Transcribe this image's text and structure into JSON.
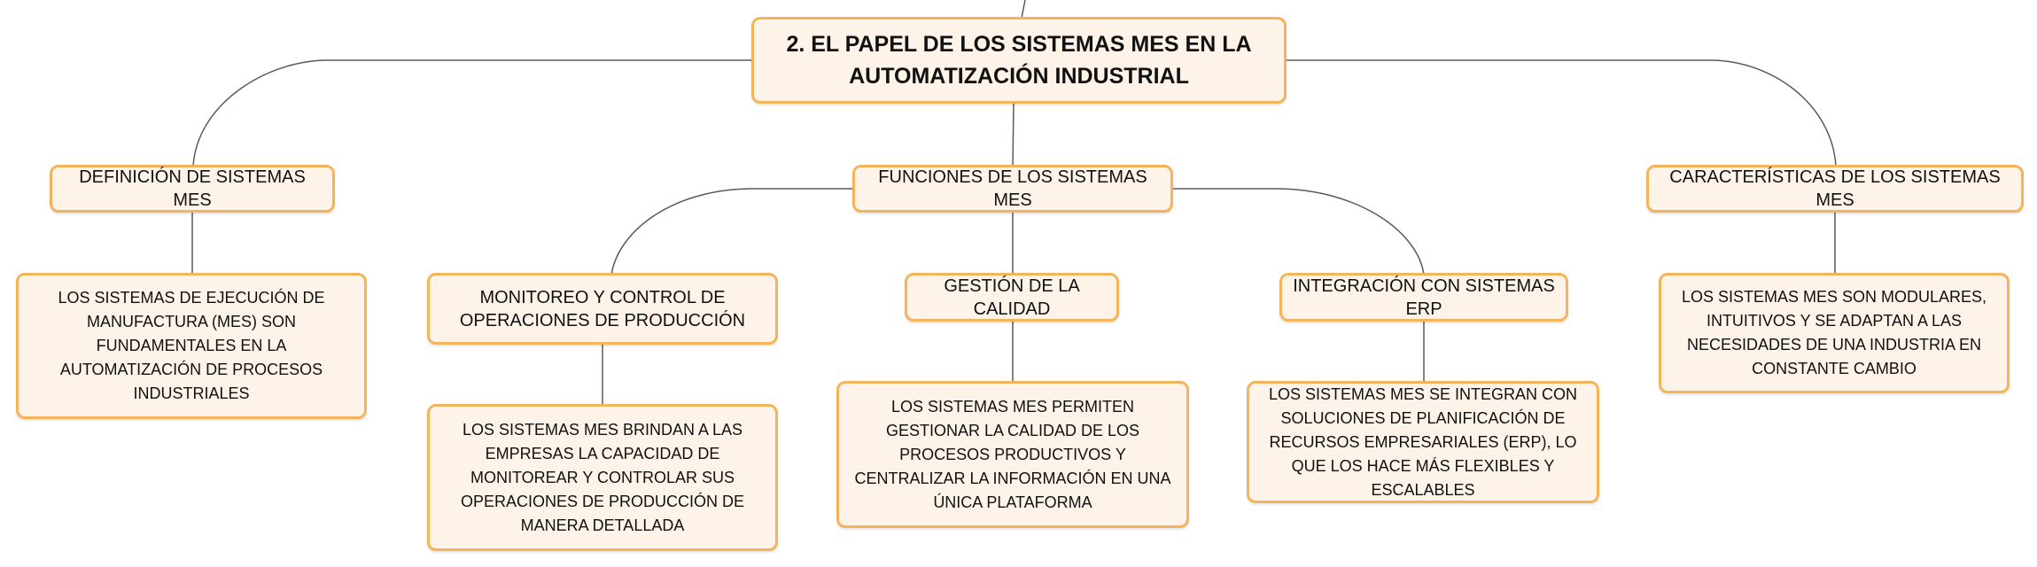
{
  "colors": {
    "node_fill": "#fdf3e8",
    "node_border": "#f6b45a",
    "connector": "#5a5a5a"
  },
  "root": {
    "label": "2. EL PAPEL DE LOS SISTEMAS MES EN LA AUTOMATIZACIÓN INDUSTRIAL"
  },
  "definicion": {
    "label": "DEFINICIÓN DE SISTEMAS MES",
    "detail": "LOS SISTEMAS DE EJECUCIÓN DE MANUFACTURA (MES) SON FUNDAMENTALES EN LA AUTOMATIZACIÓN DE PROCESOS INDUSTRIALES"
  },
  "funciones": {
    "label": "FUNCIONES DE LOS SISTEMAS MES",
    "monitoreo": {
      "label": "MONITOREO Y CONTROL DE OPERACIONES DE PRODUCCIÓN",
      "detail": "LOS SISTEMAS MES BRINDAN A LAS EMPRESAS LA CAPACIDAD DE MONITOREAR Y CONTROLAR SUS OPERACIONES DE PRODUCCIÓN DE MANERA DETALLADA"
    },
    "calidad": {
      "label": "GESTIÓN DE LA CALIDAD",
      "detail": "LOS SISTEMAS MES PERMITEN GESTIONAR LA CALIDAD DE LOS PROCESOS PRODUCTIVOS Y CENTRALIZAR LA INFORMACIÓN EN UNA ÚNICA PLATAFORMA"
    },
    "integracion": {
      "label": "INTEGRACIÓN CON SISTEMAS ERP",
      "detail": "LOS SISTEMAS MES SE INTEGRAN CON SOLUCIONES DE PLANIFICACIÓN DE RECURSOS EMPRESARIALES (ERP), LO QUE LOS HACE MÁS FLEXIBLES Y ESCALABLES"
    }
  },
  "caracteristicas": {
    "label": "CARACTERÍSTICAS DE LOS SISTEMAS MES",
    "detail": "LOS SISTEMAS MES SON MODULARES, INTUITIVOS Y SE ADAPTAN A LAS NECESIDADES DE UNA INDUSTRIA EN CONSTANTE CAMBIO"
  }
}
